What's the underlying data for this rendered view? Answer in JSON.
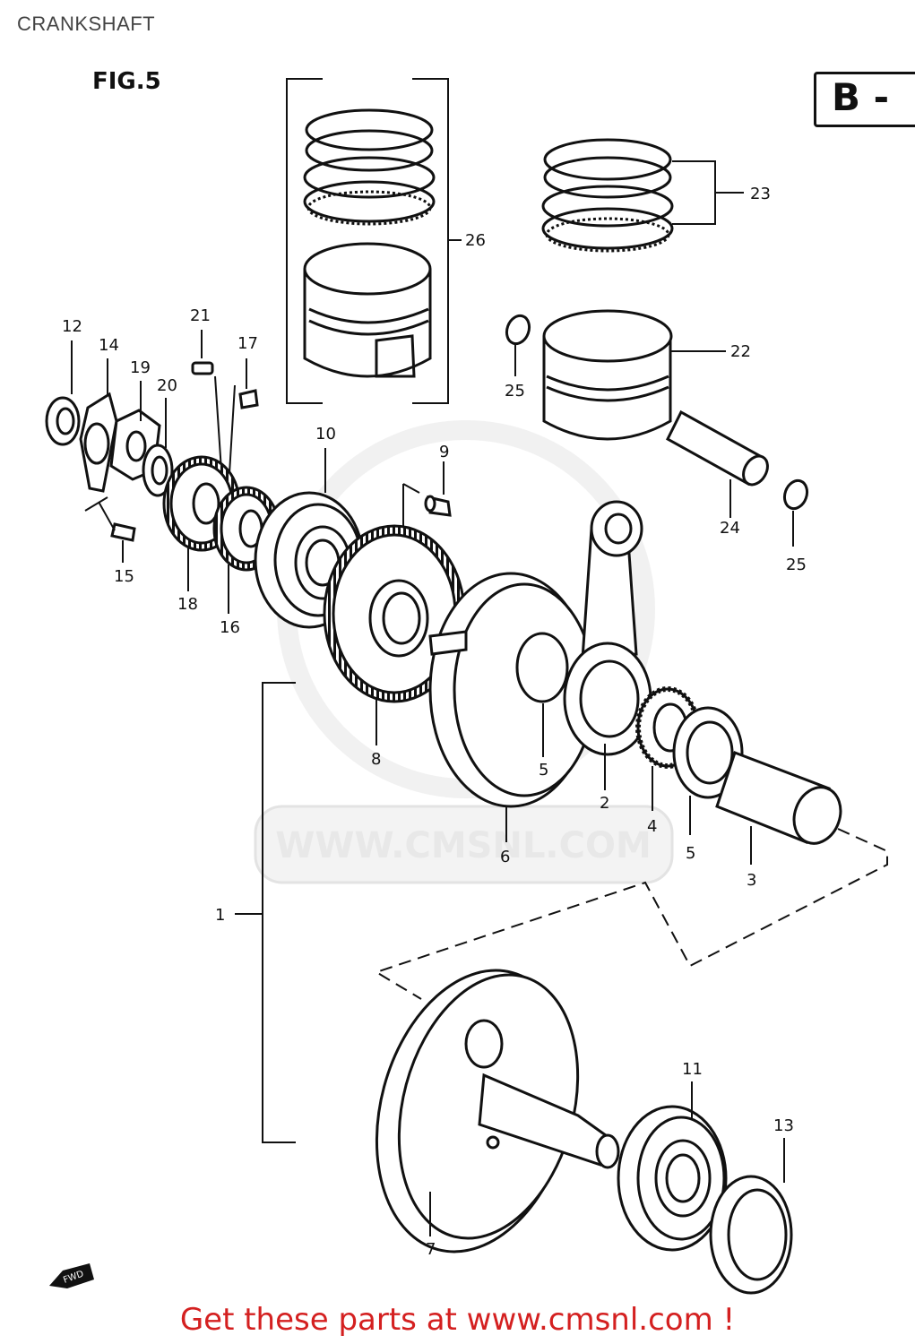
{
  "page": {
    "title": "CRANKSHAFT",
    "figure_label": "FIG.5",
    "section_label": "B -",
    "watermark": "WWW.CMSNL.COM",
    "footer_link": "Get these parts at www.cmsnl.com !"
  },
  "callouts": {
    "c1": "1",
    "c2": "2",
    "c3": "3",
    "c4": "4",
    "c5a": "5",
    "c5b": "5",
    "c6": "6",
    "c7": "7",
    "c8": "8",
    "c9": "9",
    "c10": "10",
    "c11": "11",
    "c12": "12",
    "c13": "13",
    "c14": "14",
    "c15": "15",
    "c16": "16",
    "c17": "17",
    "c18": "18",
    "c19": "19",
    "c20": "20",
    "c21": "21",
    "c22": "22",
    "c23": "23",
    "c24": "24",
    "c25a": "25",
    "c25b": "25",
    "c26": "26"
  }
}
